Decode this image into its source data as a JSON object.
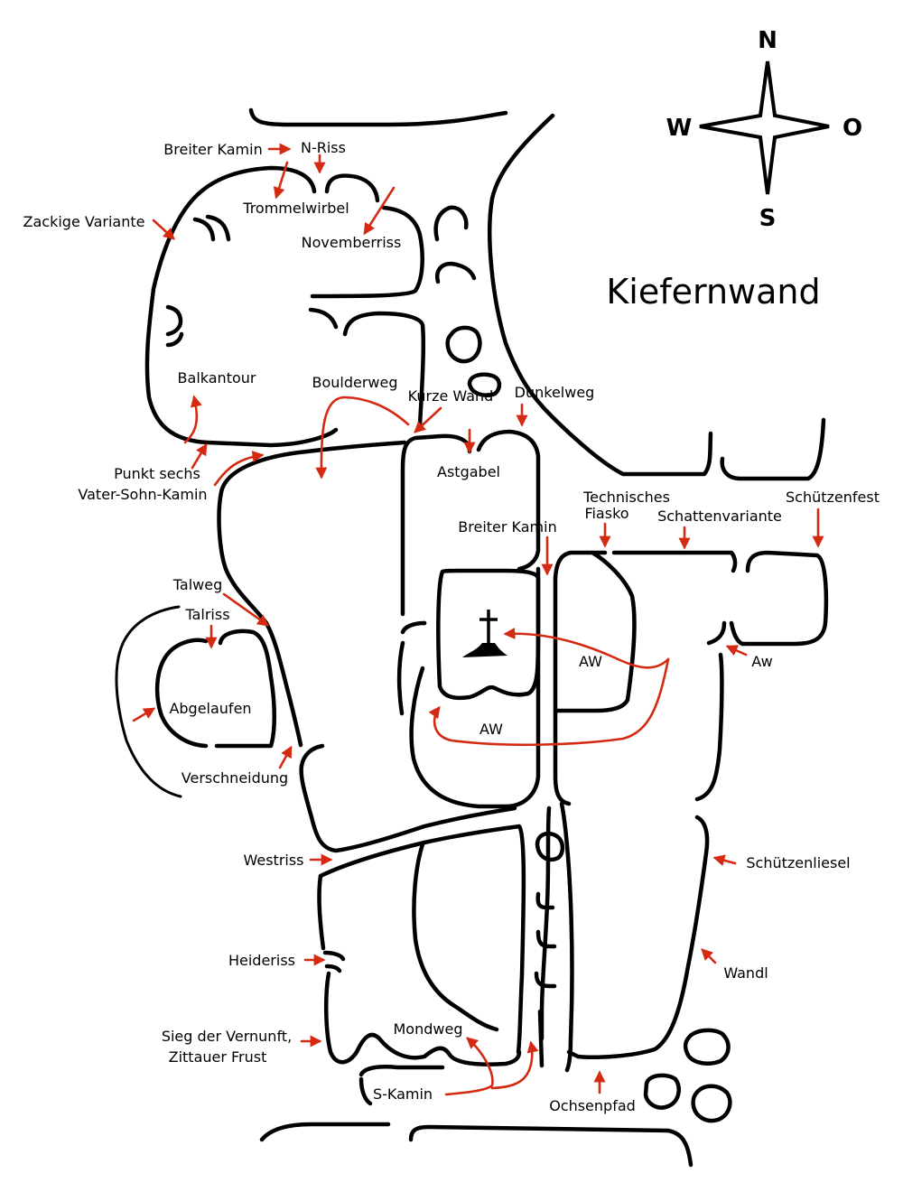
{
  "title": "Kiefernwand",
  "accent_color": "#d42a12",
  "compass": {
    "north": "N",
    "east": "O",
    "south": "S",
    "west": "W"
  },
  "routes": [
    "Breiter Kamin",
    "N-Riss",
    "Trommelwirbel",
    "Novemberriss",
    "Zackige Variante",
    "Balkantour",
    "Boulderweg",
    "Kurze Wand",
    "Dunkelweg",
    "Astgabel",
    "Punkt sechs",
    "Vater-Sohn-Kamin",
    "Technisches",
    "Fiasko",
    "Schattenvariante",
    "Schützenfest",
    "Breiter Kamin",
    "Talweg",
    "Talriss",
    "Abgelaufen",
    "AW",
    "AW",
    "Aw",
    "Verschneidung",
    "Westriss",
    "Schützenliesel",
    "Heideriss",
    "Wandl",
    "Sieg der Vernunft,",
    "Zittauer Frust",
    "Mondweg",
    "S-Kamin",
    "Ochsenpfad"
  ]
}
